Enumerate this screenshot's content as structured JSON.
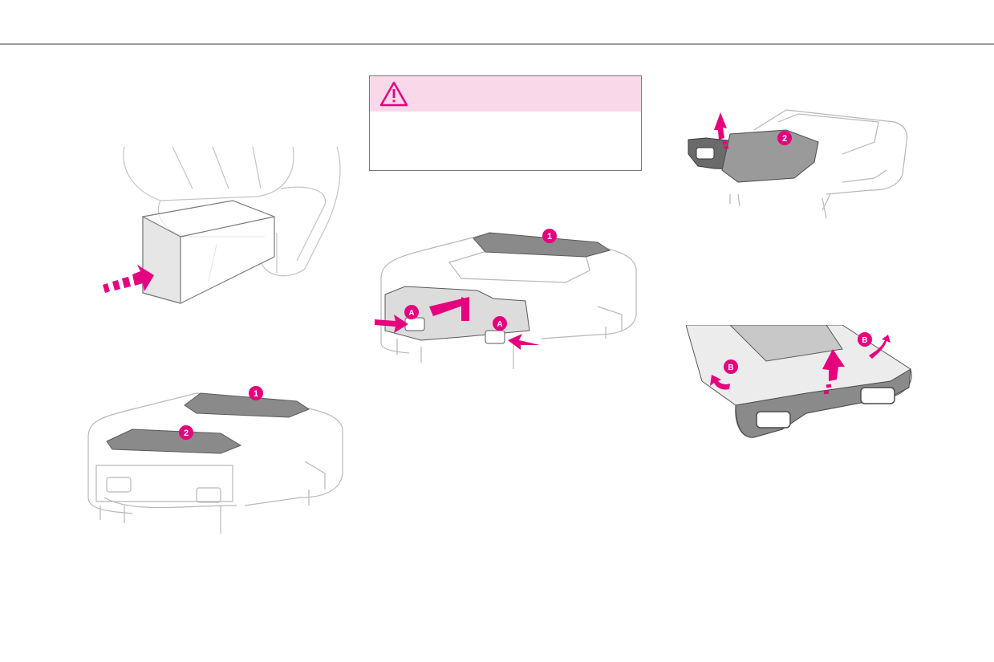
{
  "warning": {
    "body_text": ""
  },
  "icons": {
    "warning": "warning-triangle-icon",
    "push_arrow": "arrow-right-icon",
    "lift_arrow": "arrow-up-icon",
    "rotate_arrow": "curved-arrow-icon"
  },
  "callouts": {
    "one": "1",
    "two": "2",
    "a": "A",
    "b": "B"
  },
  "colors": {
    "accent": "#e5007d",
    "warning_header": "#f8d8e9",
    "line_drawing": "#b8b8b8",
    "part_fill": "#8a8a8a",
    "rule": "#9a9a9a"
  }
}
